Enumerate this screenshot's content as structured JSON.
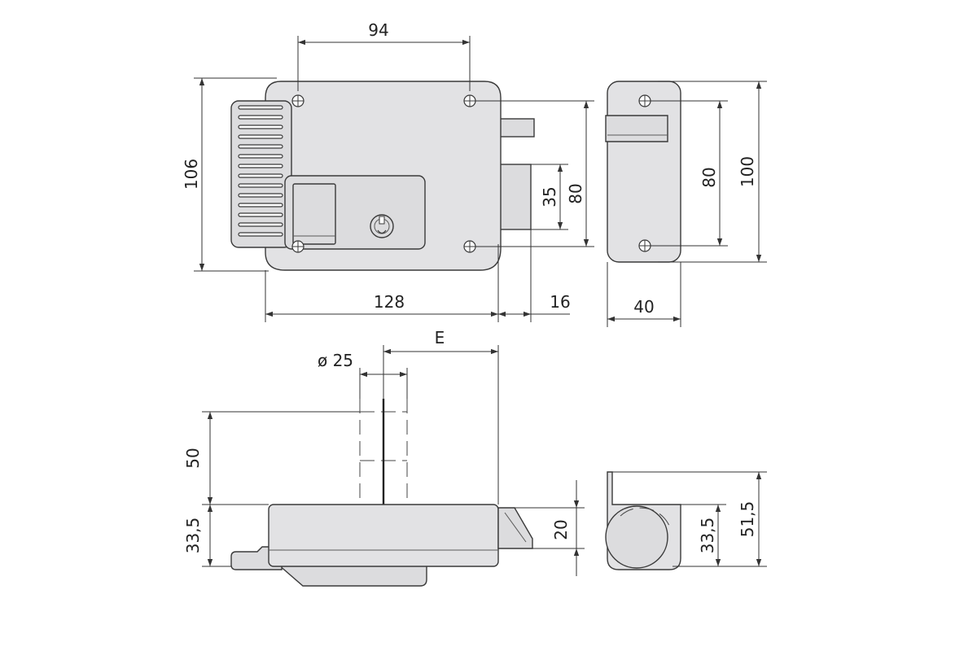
{
  "dimensions": {
    "hole_spacing_horizontal": "94",
    "overall_height": "106",
    "body_width": "128",
    "bolt_projection": "16",
    "bolt_height": "35",
    "hole_spacing_vertical": "80",
    "side_hole_spacing": "80",
    "side_height": "100",
    "side_depth": "40",
    "backset": "E",
    "cylinder_diameter": "ø 25",
    "cylinder_length": "50",
    "lock_depth": "33,5",
    "bolt_thickness": "20",
    "side_lock_depth": "33,5",
    "side_total_depth": "51,5"
  }
}
